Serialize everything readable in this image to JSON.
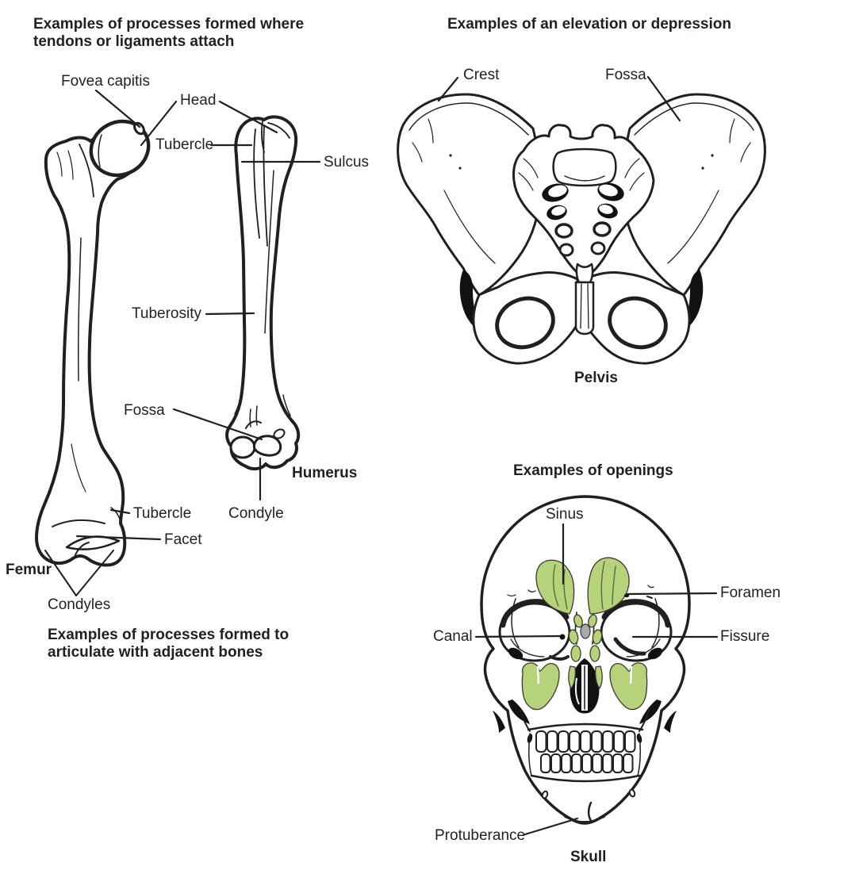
{
  "colors": {
    "ink": "#231f20",
    "sinus_green": "#b6d37c",
    "gray_blob": "#a8a8a8",
    "background": "#ffffff"
  },
  "diagram": {
    "attachments": {
      "heading_line1": "Examples of processes formed where",
      "heading_line2": "tendons or ligaments attach",
      "fovea_capitis": "Fovea capitis",
      "head": "Head",
      "tubercle_proximal": "Tubercle",
      "sulcus": "Sulcus",
      "tuberosity": "Tuberosity",
      "fossa": "Fossa",
      "tubercle_distal": "Tubercle",
      "condyle": "Condyle",
      "facet": "Facet",
      "condyles": "Condyles",
      "femur_label": "Femur",
      "humerus_label": "Humerus"
    },
    "articulations": {
      "heading_line1": "Examples of processes formed to",
      "heading_line2": "articulate with adjacent bones"
    },
    "elevations": {
      "heading": "Examples of an elevation or depression",
      "crest": "Crest",
      "fossa": "Fossa",
      "pelvis_label": "Pelvis"
    },
    "openings": {
      "heading": "Examples of openings",
      "sinus": "Sinus",
      "foramen": "Foramen",
      "canal": "Canal",
      "fissure": "Fissure",
      "protuberance": "Protuberance",
      "skull_label": "Skull"
    }
  }
}
